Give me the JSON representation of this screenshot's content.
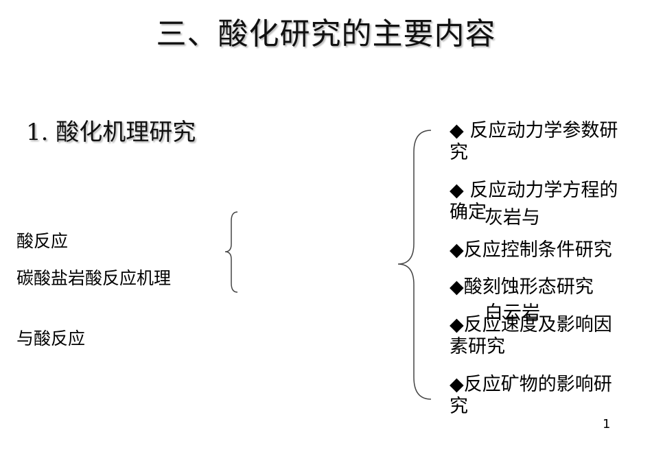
{
  "slide": {
    "title": "三、酸化研究的主要内容",
    "section_heading": "1. 酸化机理研究",
    "left_items": [
      "酸反应",
      "碳酸盐岩酸反应机理",
      "与酸反应"
    ],
    "right_bullets": [
      "◆  反应动力学参数研究",
      "◆  反应动力学方程的确定",
      "◆反应控制条件研究",
      "◆酸刻蚀形态研究",
      "◆反应速度及影响因素研究",
      "◆反应矿物的影响研究"
    ],
    "overlay_texts": [
      "灰岩与",
      "白云岩"
    ],
    "page_number": "1"
  }
}
